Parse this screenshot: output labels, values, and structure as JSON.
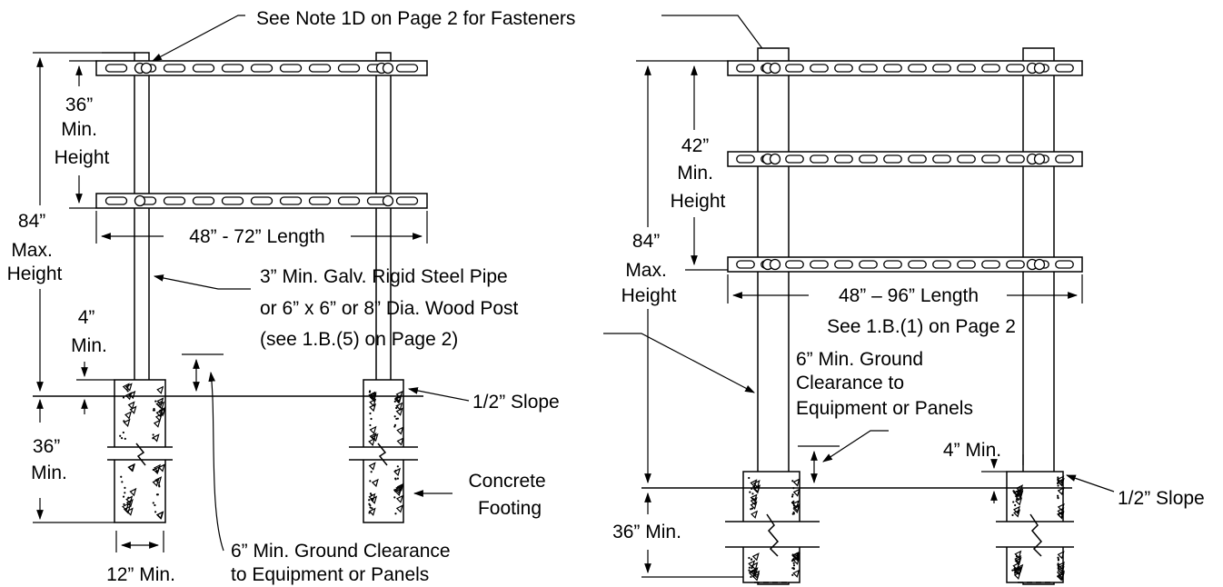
{
  "note_fasteners": "See Note 1D on Page 2 for Fasteners",
  "left": {
    "rail_height": [
      "36”",
      "Min.",
      "Height"
    ],
    "max_height": [
      "84”",
      "Max.",
      "Height"
    ],
    "length": "48” - 72” Length",
    "post_spec": [
      "3” Min. Galv. Rigid Steel Pipe",
      "or 6” x 6” or 8” Dia. Wood Post",
      "(see 1.B.(5) on Page 2)"
    ],
    "footing_clearance": [
      "4”",
      "Min."
    ],
    "depth": [
      "36”",
      "Min."
    ],
    "slope": "1/2” Slope",
    "footing": [
      "Concrete",
      "Footing"
    ],
    "footing_width": "12” Min.",
    "ground_clearance": [
      "6” Min. Ground Clearance",
      "to Equipment or Panels"
    ]
  },
  "right": {
    "rail_height": [
      "42”",
      "Min.",
      "Height"
    ],
    "max_height": [
      "84”",
      "Max.",
      "Height"
    ],
    "length": "48” – 96” Length",
    "length_note": "See 1.B.(1) on Page 2",
    "ground_clearance": [
      "6” Min. Ground",
      "Clearance to",
      "Equipment or Panels"
    ],
    "footing_clearance": "4” Min.",
    "slope": "1/2” Slope",
    "depth": "36” Min."
  }
}
